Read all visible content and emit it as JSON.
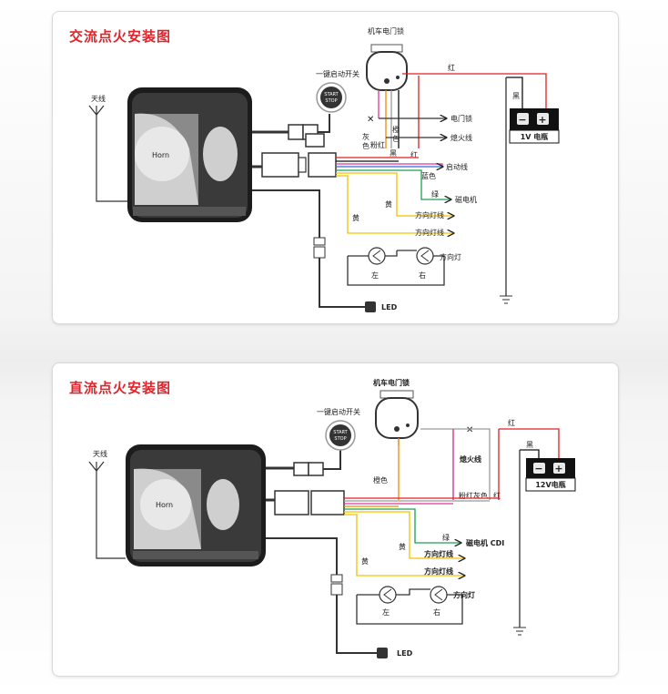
{
  "colors": {
    "red": "#e02020",
    "black": "#111111",
    "yellow": "#f2c200",
    "orange": "#f08a00",
    "pink": "#e0369a",
    "gray": "#9a9a9a",
    "blue": "#2f6fd6",
    "green": "#1aa050",
    "title": "#e0242a"
  },
  "ac": {
    "title": "交流点火安装图",
    "antenna": "天线",
    "horn": "Horn",
    "start_switch": "一键启动开关",
    "btn_1": "START",
    "btn_2": "STOP",
    "ignition_lock": "机车电门锁",
    "red_label": "红",
    "black_label": "黑",
    "battery": "1V 电瓶",
    "door_lock": "电门锁",
    "ignition_wire": "熄火线",
    "orange_label_1": "橙",
    "orange_label_2": "色",
    "gray_label_1": "灰",
    "gray_label_2": "色",
    "pink_red": "粉红",
    "black_wire": "黑",
    "red_wire": "红",
    "start_wire": "启动线",
    "blue": "蓝色",
    "green": "绿",
    "magneto": "磁电机",
    "yellow_1": "黄",
    "yellow_2": "黄",
    "turn_wire_1": "方向灯线",
    "turn_wire_2": "方向灯线",
    "turn_light": "方向灯",
    "left": "左",
    "right": "右",
    "led": "LED"
  },
  "dc": {
    "title": "直流点火安装图",
    "antenna": "天线",
    "horn": "Horn",
    "start_switch": "一键启动开关",
    "btn_1": "START",
    "btn_2": "STOP",
    "ignition_lock": "机车电门锁",
    "red_label": "红",
    "black_label": "黑",
    "battery": "12V电瓶",
    "ignition_wire": "熄火线",
    "orange": "橙色",
    "pink_red": "粉红",
    "gray": "灰色",
    "red_wire": "红",
    "green": "绿",
    "magneto": "磁电机 CDI",
    "yellow_1": "黄",
    "yellow_2": "黄",
    "turn_wire_1": "方向灯线",
    "turn_wire_2": "方向灯线",
    "turn_light": "方向灯",
    "left": "左",
    "right": "右",
    "led": "LED"
  }
}
